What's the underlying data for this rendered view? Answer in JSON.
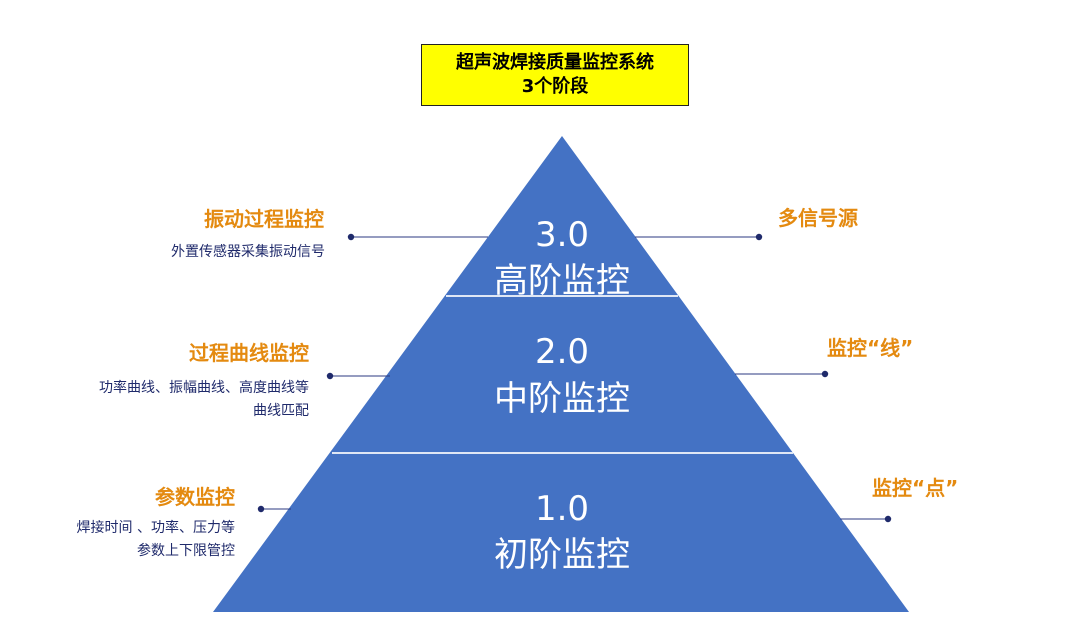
{
  "title": {
    "line1": "超声波焊接质量监控系统",
    "line2": "3个阶段"
  },
  "colors": {
    "pyramid_fill": "#4472c4",
    "divider": "#dfe7f5",
    "label_accent": "#e48a10",
    "description_text": "#1f2a6b",
    "connector": "#2b3a80",
    "title_background": "#ffff00"
  },
  "tiers": [
    {
      "number": "3.0",
      "name": "高阶监控",
      "left_heading": "振动过程监控",
      "left_desc": [
        "外置传感器采集振动信号"
      ],
      "right_heading": "多信号源"
    },
    {
      "number": "2.0",
      "name": "中阶监控",
      "left_heading": "过程曲线监控",
      "left_desc": [
        "功率曲线、振幅曲线、高度曲线等",
        "曲线匹配"
      ],
      "right_heading": "监控“线”"
    },
    {
      "number": "1.0",
      "name": "初阶监控",
      "left_heading": "参数监控",
      "left_desc": [
        "焊接时间 、功率、压力等",
        "参数上下限管控"
      ],
      "right_heading": "监控“点”"
    }
  ]
}
